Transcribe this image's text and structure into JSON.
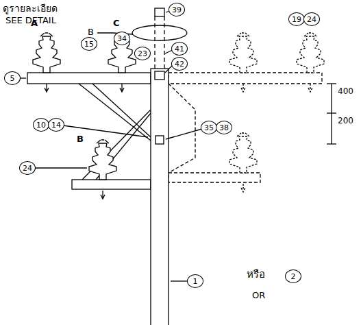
{
  "diagram": {
    "labels": [
      "ดูรายละเอียด",
      "SEE DETAIL",
      "B",
      "39",
      "34",
      "41",
      "42",
      "19",
      "24",
      "A",
      "C",
      "15",
      "23",
      "5",
      "400",
      "200",
      "10",
      "14",
      "B",
      "35",
      "38",
      "24",
      "1",
      "หรือ",
      "2",
      "OR"
    ]
  }
}
